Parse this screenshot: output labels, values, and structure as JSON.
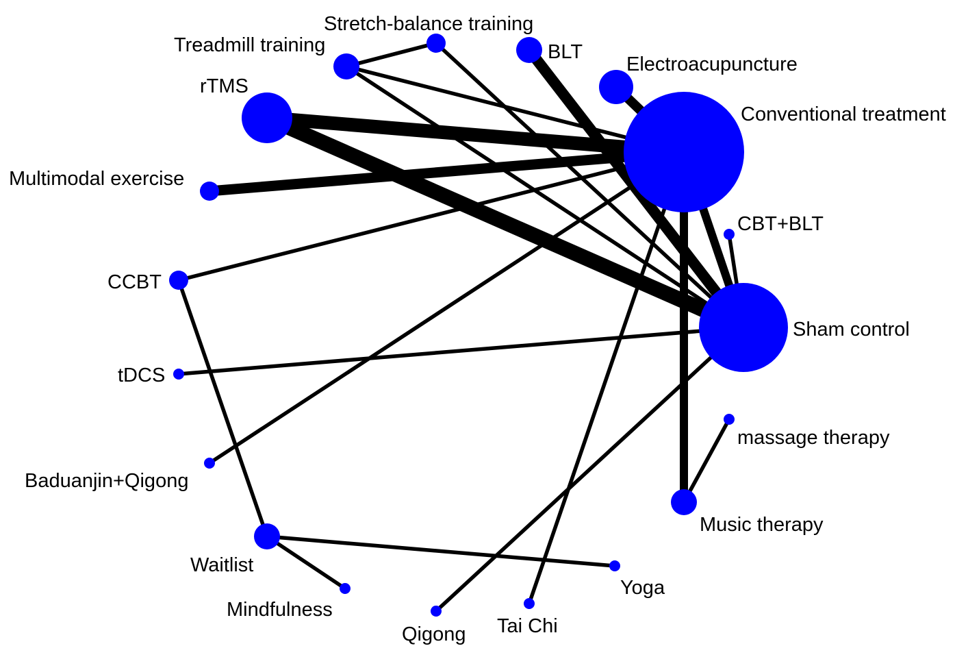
{
  "diagram": {
    "type": "network-meta-analysis",
    "node_color": "#0000ff",
    "edge_color": "#000000",
    "background": "#ffffff",
    "nodes": [
      {
        "id": "stretch",
        "label": "Stretch-balance training",
        "size": "small"
      },
      {
        "id": "treadmill",
        "label": "Treadmill training",
        "size": "small"
      },
      {
        "id": "blt",
        "label": "BLT",
        "size": "small"
      },
      {
        "id": "electro",
        "label": "Electroacupuncture",
        "size": "medium"
      },
      {
        "id": "rtms",
        "label": "rTMS",
        "size": "large"
      },
      {
        "id": "conventional",
        "label": "Conventional treatment",
        "size": "largest"
      },
      {
        "id": "multimodal",
        "label": "Multimodal exercise",
        "size": "small"
      },
      {
        "id": "cbtblt",
        "label": "CBT+BLT",
        "size": "tiny"
      },
      {
        "id": "ccbt",
        "label": "CCBT",
        "size": "small"
      },
      {
        "id": "sham",
        "label": "Sham control",
        "size": "largest"
      },
      {
        "id": "tdcs",
        "label": "tDCS",
        "size": "tiny"
      },
      {
        "id": "massage",
        "label": "massage therapy",
        "size": "tiny"
      },
      {
        "id": "baduanjin",
        "label": "Baduanjin+Qigong",
        "size": "tiny"
      },
      {
        "id": "music",
        "label": "Music therapy",
        "size": "small"
      },
      {
        "id": "waitlist",
        "label": "Waitlist",
        "size": "small"
      },
      {
        "id": "yoga",
        "label": "Yoga",
        "size": "tiny"
      },
      {
        "id": "mindfulness",
        "label": "Mindfulness",
        "size": "tiny"
      },
      {
        "id": "qigong",
        "label": "Qigong",
        "size": "tiny"
      },
      {
        "id": "taichi",
        "label": "Tai Chi",
        "size": "tiny"
      }
    ],
    "edges": [
      {
        "from": "rtms",
        "to": "conventional",
        "weight": "very-thick"
      },
      {
        "from": "rtms",
        "to": "sham",
        "weight": "very-thick"
      },
      {
        "from": "multimodal",
        "to": "conventional",
        "weight": "thick"
      },
      {
        "from": "blt",
        "to": "sham",
        "weight": "thick"
      },
      {
        "from": "electro",
        "to": "conventional",
        "weight": "thick"
      },
      {
        "from": "conventional",
        "to": "sham",
        "weight": "medium"
      },
      {
        "from": "conventional",
        "to": "music",
        "weight": "medium"
      },
      {
        "from": "treadmill",
        "to": "stretch",
        "weight": "thin"
      },
      {
        "from": "treadmill",
        "to": "conventional",
        "weight": "thin"
      },
      {
        "from": "treadmill",
        "to": "sham",
        "weight": "thin"
      },
      {
        "from": "stretch",
        "to": "sham",
        "weight": "thin"
      },
      {
        "from": "ccbt",
        "to": "conventional",
        "weight": "thin"
      },
      {
        "from": "ccbt",
        "to": "waitlist",
        "weight": "thin"
      },
      {
        "from": "tdcs",
        "to": "sham",
        "weight": "thin"
      },
      {
        "from": "baduanjin",
        "to": "conventional",
        "weight": "thin"
      },
      {
        "from": "cbtblt",
        "to": "sham",
        "weight": "thin"
      },
      {
        "from": "massage",
        "to": "music",
        "weight": "thin"
      },
      {
        "from": "waitlist",
        "to": "yoga",
        "weight": "thin"
      },
      {
        "from": "waitlist",
        "to": "mindfulness",
        "weight": "thin"
      },
      {
        "from": "qigong",
        "to": "sham",
        "weight": "thin"
      },
      {
        "from": "taichi",
        "to": "conventional",
        "weight": "thin"
      }
    ]
  }
}
